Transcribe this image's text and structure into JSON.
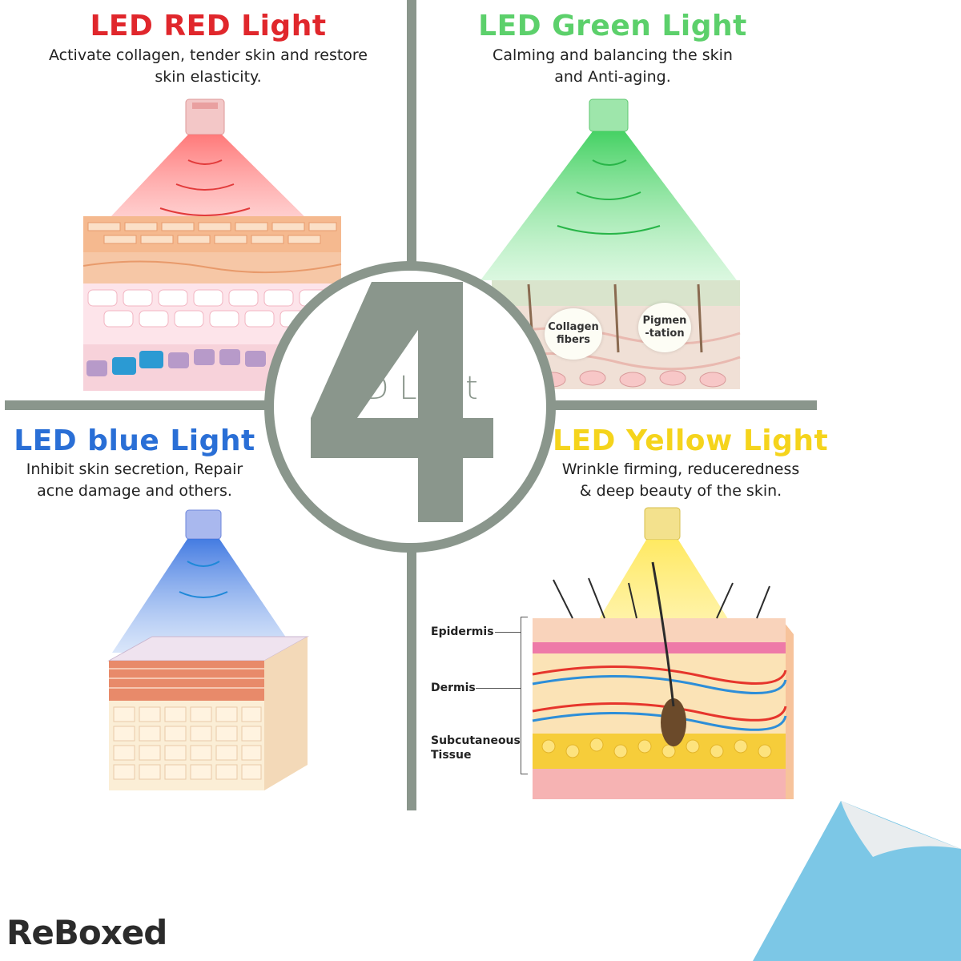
{
  "center": {
    "number": "4",
    "text": "LED Light",
    "color": "#8a968c"
  },
  "panels": {
    "red": {
      "title": "LED RED Light",
      "line1": "Activate collagen, tender skin and restore",
      "line2": "skin elasticity.",
      "color": "#e0272c"
    },
    "green": {
      "title": "LED Green Light",
      "line1": "Calming and balancing the skin",
      "line2": "and Anti-aging.",
      "color": "#5cd06b"
    },
    "blue": {
      "title": "LED blue Light",
      "line1": "Inhibit skin secretion, Repair",
      "line2": "acne damage and others.",
      "color": "#2a6fd6"
    },
    "yellow": {
      "title": "LED Yellow Light",
      "line1": "Wrinkle firming, reduceredness",
      "line2": "& deep beauty of the skin.",
      "color": "#f5d41c"
    }
  },
  "green_bubbles": {
    "collagen": "Collagen fibers",
    "collagen_l1": "Collagen",
    "collagen_l2": "fibers",
    "pigment_l1": "Pigmen",
    "pigment_l2": "-tation"
  },
  "skin_layers": {
    "epidermis": "Epidermis",
    "dermis": "Dermis",
    "subcutaneous_l1": "Subcutaneous",
    "subcutaneous_l2": "Tissue"
  },
  "brand": {
    "logo": "ReBoxed"
  }
}
